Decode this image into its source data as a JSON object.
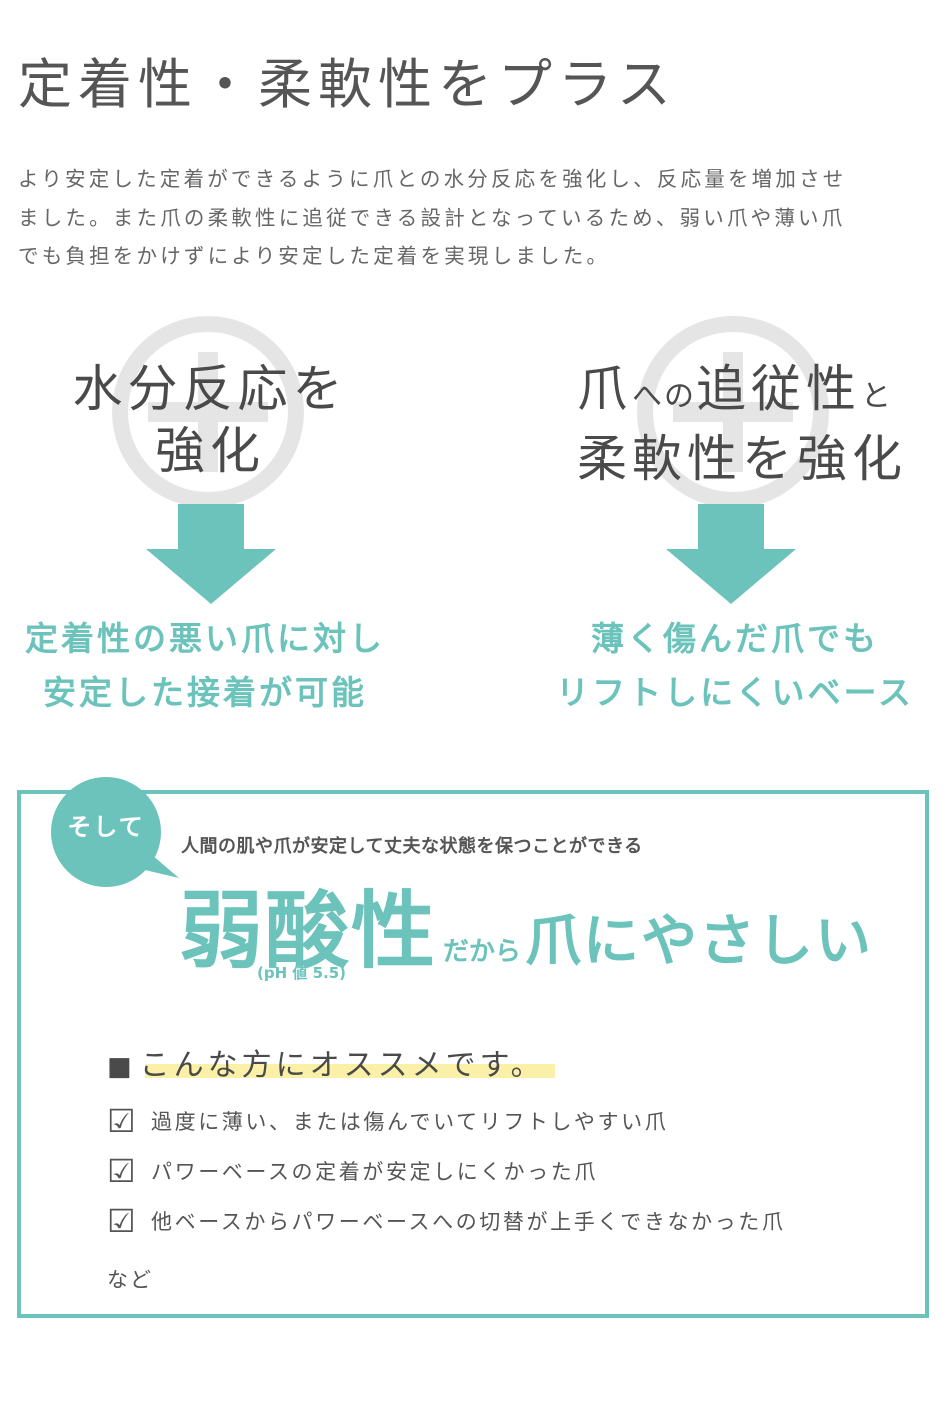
{
  "title": "定着性・柔軟性をプラス",
  "intro": [
    "より安定した定着ができるように爪との水分反応を強化し、反応量を増加させ",
    "ました。また爪の柔軟性に追従できる設計となっているため、弱い爪や薄い爪",
    "でも負担をかけずにより安定した定着を実現しました。"
  ],
  "features": [
    {
      "heading_line1": "水分反応を",
      "heading_line2": "強化",
      "result_line1": "定着性の悪い爪に対し",
      "result_line2": "安定した接着が可能"
    },
    {
      "heading_line1_a": "爪",
      "heading_line1_b": "への",
      "heading_line1_c": "追従性",
      "heading_line1_d": "と",
      "heading_line2": "柔軟性を強化",
      "result_line1": "薄く傷んだ爪でも",
      "result_line2": "リフトしにくいベース"
    }
  ],
  "box": {
    "bubble": "そして",
    "sub_line": "人間の肌や爪が安定して丈夫な状態を保つことができる",
    "acid": "弱酸性",
    "dakara": "だから",
    "gentle": "爪にやさしい",
    "ph": "(pH 値 5.5)",
    "recommend_heading": "こんな方にオススメです。",
    "recommend_square": "■",
    "items": [
      "過度に薄い、または傷んでいてリフトしやすい爪",
      "パワーベースの定着が安定しにくかった爪",
      "他ベースからパワーベースへの切替が上手くできなかった爪"
    ],
    "check_glyph": "☑",
    "nado": "など"
  },
  "colors": {
    "accent": "#6bc3bb",
    "text": "#4a4a4a",
    "highlight": "#fbf0a8"
  }
}
